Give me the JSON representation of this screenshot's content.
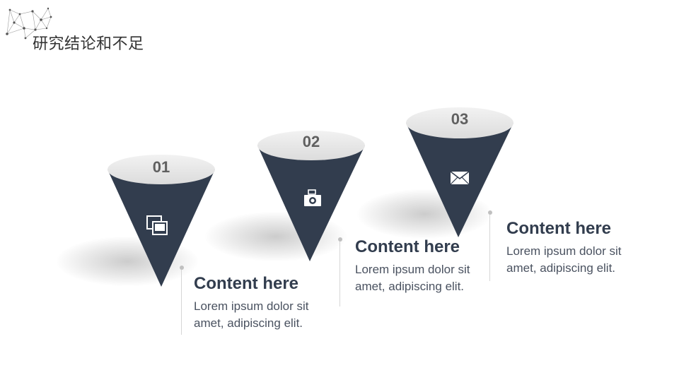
{
  "header": {
    "title": "研究结论和不足"
  },
  "items": [
    {
      "number": "01",
      "icon": "photos-icon",
      "heading": "Content here",
      "line1": "Lorem ipsum dolor sit",
      "line2": "amet, adipiscing elit."
    },
    {
      "number": "02",
      "icon": "camera-icon",
      "heading": "Content here",
      "line1": "Lorem ipsum dolor sit",
      "line2": "amet, adipiscing elit."
    },
    {
      "number": "03",
      "icon": "envelope-icon",
      "heading": "Content here",
      "line1": "Lorem ipsum dolor sit",
      "line2": "amet, adipiscing elit."
    }
  ],
  "colors": {
    "cone": "#323d4e",
    "cone_top": "#e6e6e6",
    "heading": "#323d4e",
    "body_text": "#4a5260"
  }
}
